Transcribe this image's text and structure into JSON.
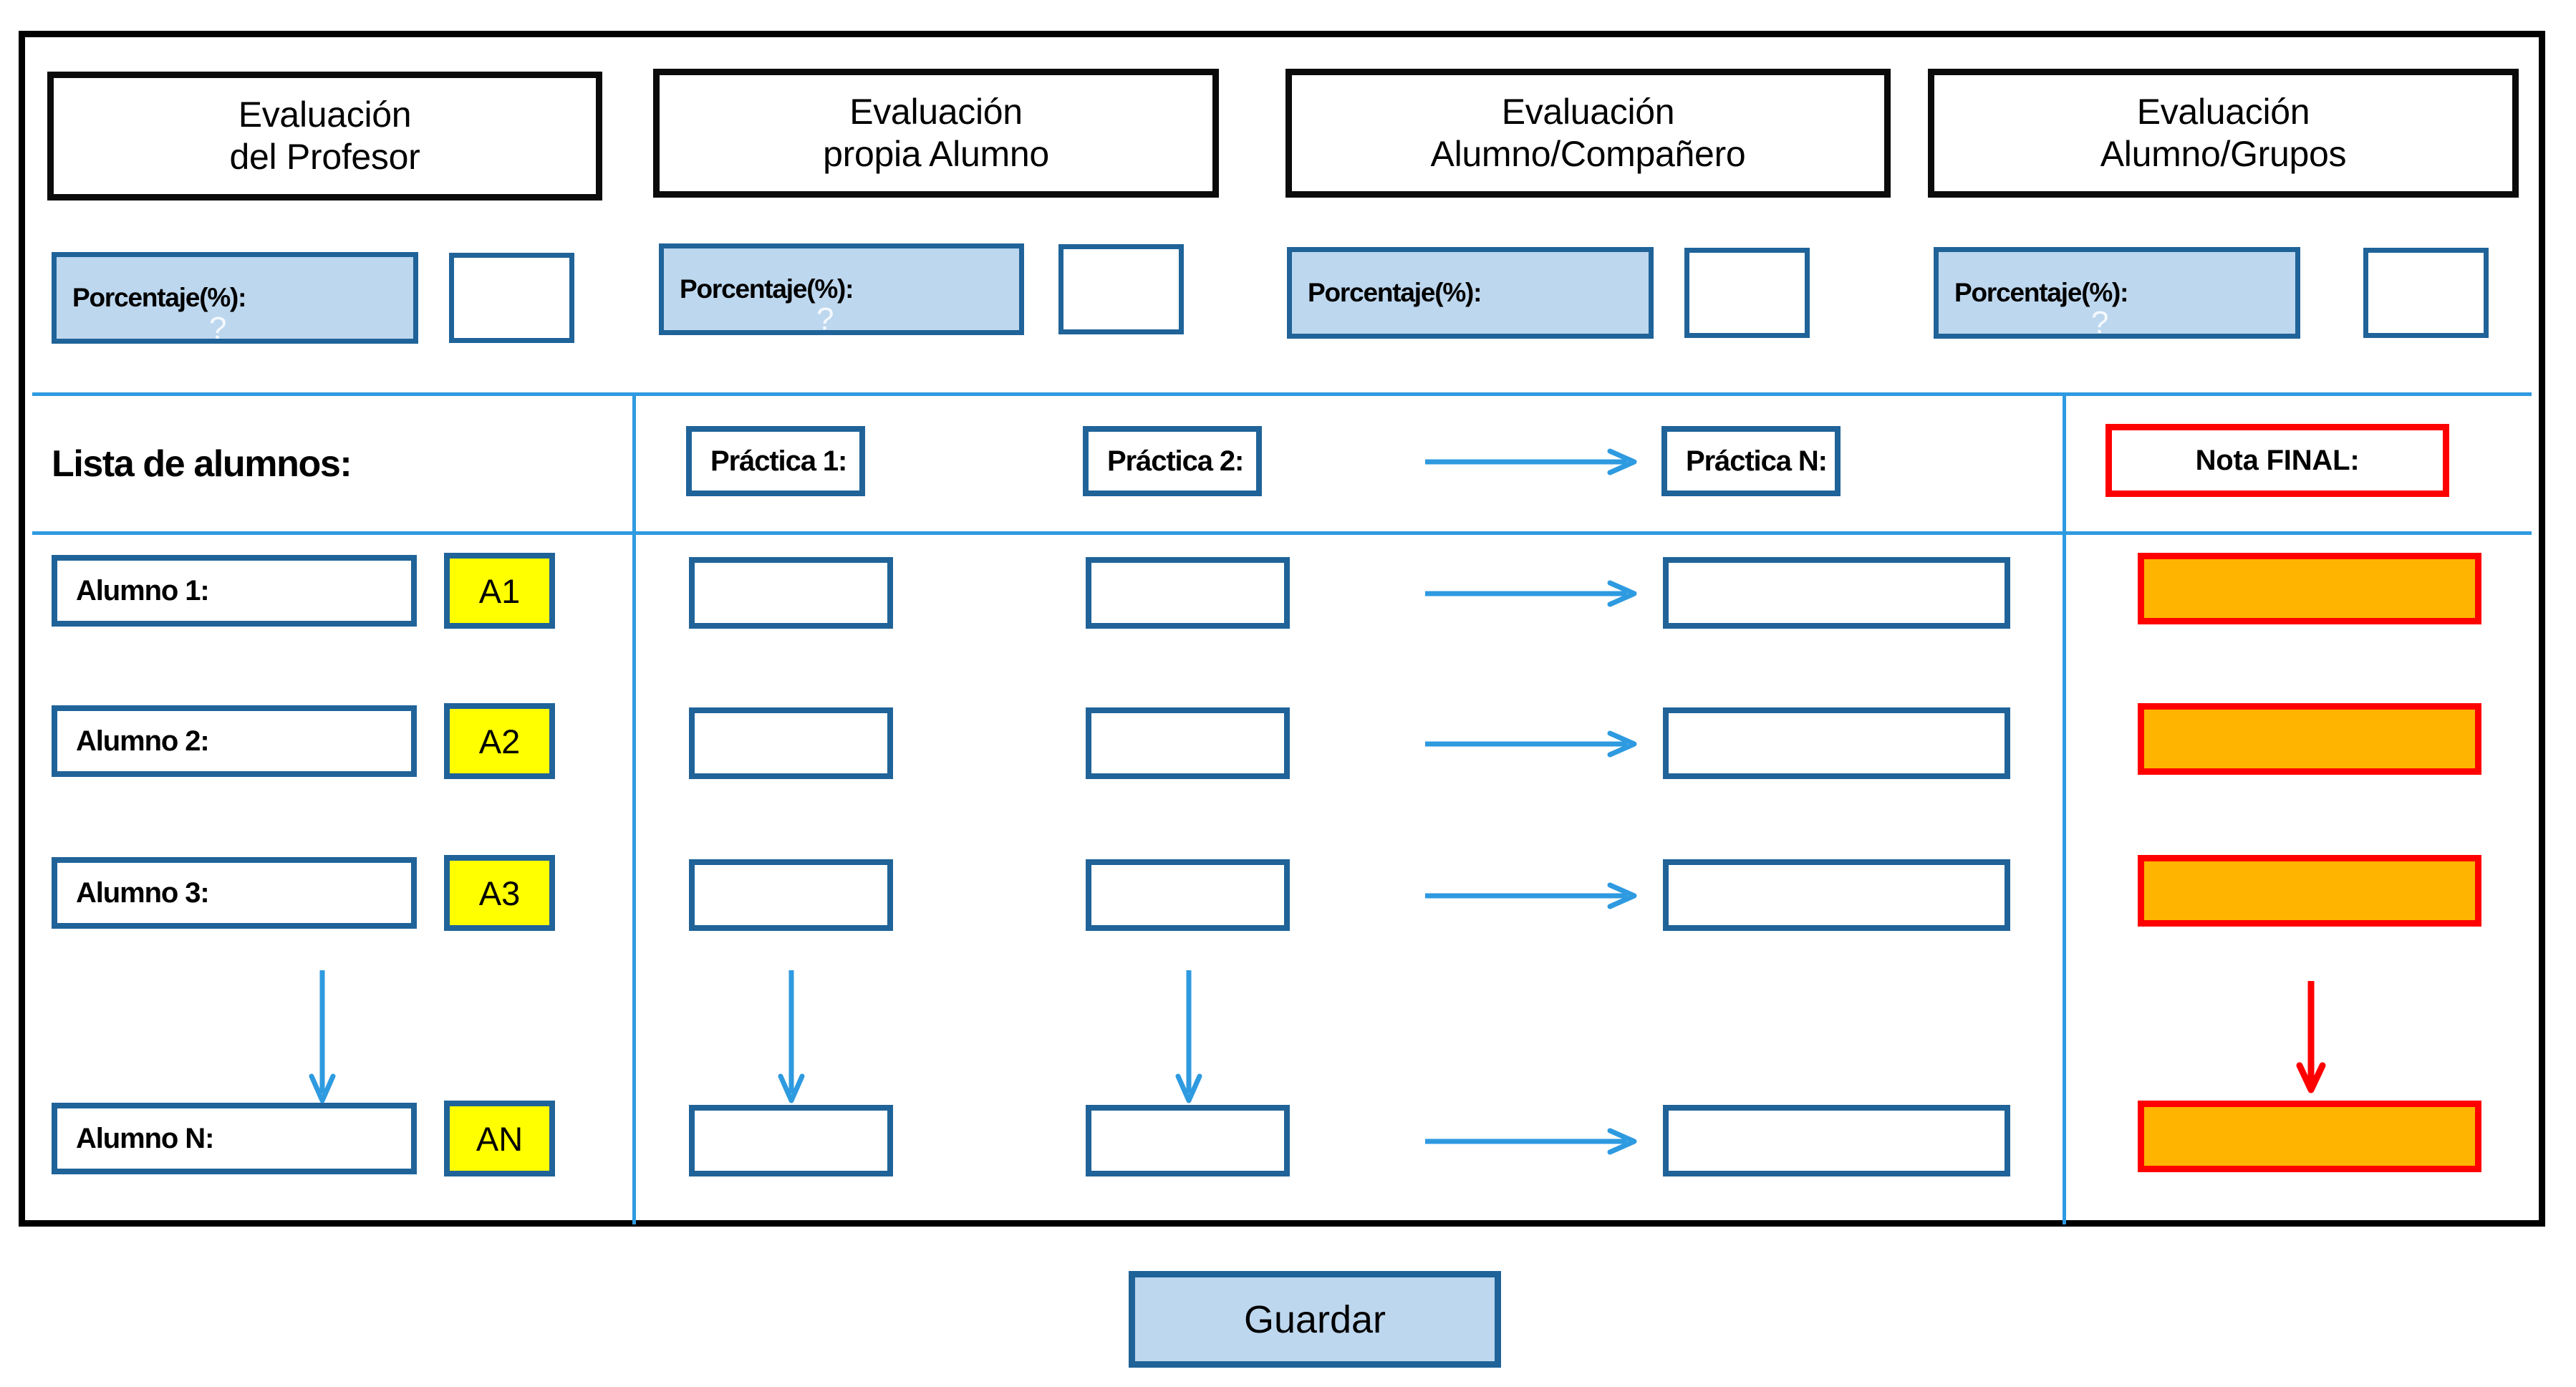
{
  "colors": {
    "frame_border": "#000000",
    "blue_outline": "#1f6399",
    "blue_rule": "#2e9ae0",
    "blue_fill": "#bdd7ee",
    "yellow_fill": "#ffff00",
    "orange_fill": "#ffb400",
    "red_outline": "#ff0000",
    "white": "#ffffff"
  },
  "evaluation_headers": [
    {
      "line1": "Evaluación",
      "line2": "del Profesor"
    },
    {
      "line1": "Evaluación",
      "line2": "propia Alumno"
    },
    {
      "line1": "Evaluación",
      "line2": "Alumno/Compañero"
    },
    {
      "line1": "Evaluación",
      "line2": "Alumno/Grupos"
    }
  ],
  "percentage_row": {
    "label": "Porcentaje(%):",
    "artifact_glyph": "?",
    "fields": [
      {
        "value": ""
      },
      {
        "value": ""
      },
      {
        "value": ""
      },
      {
        "value": ""
      }
    ]
  },
  "students_section": {
    "title": "Lista de alumnos:",
    "rows": [
      {
        "name_label": "Alumno 1:",
        "tag": "A1"
      },
      {
        "name_label": "Alumno 2:",
        "tag": "A2"
      },
      {
        "name_label": "Alumno 3:",
        "tag": "A3"
      },
      {
        "name_label": "Alumno N:",
        "tag": "AN"
      }
    ]
  },
  "practice_headers": [
    {
      "label": "Práctica 1:"
    },
    {
      "label": "Práctica 2:"
    },
    {
      "label": "Práctica N:"
    }
  ],
  "practice_cells": {
    "values": [
      [
        "",
        "",
        ""
      ],
      [
        "",
        "",
        ""
      ],
      [
        "",
        "",
        ""
      ],
      [
        "",
        "",
        ""
      ]
    ]
  },
  "final_grade": {
    "header": "Nota FINAL:",
    "values": [
      "",
      "",
      "",
      ""
    ]
  },
  "arrows": {
    "right_label": "right-arrow",
    "down_label": "down-arrow",
    "down_red_label": "down-arrow-red"
  },
  "footer": {
    "save_label": "Guardar"
  }
}
